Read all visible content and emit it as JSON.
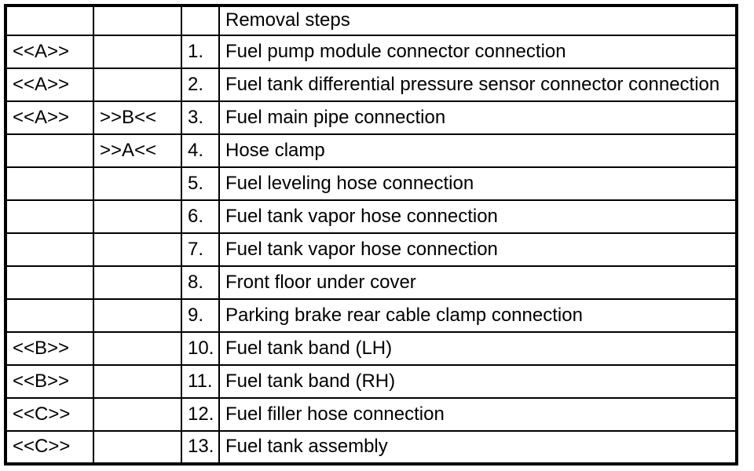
{
  "table": {
    "header": {
      "mark_a": "",
      "mark_b": "",
      "step_number": "",
      "title": "Removal steps"
    },
    "rows": [
      {
        "mark_a": "<<A>>",
        "mark_b": "",
        "num": "1.",
        "desc": "Fuel pump module connector connection"
      },
      {
        "mark_a": "<<A>>",
        "mark_b": "",
        "num": "2.",
        "desc": "Fuel tank differential pressure sensor connector connection"
      },
      {
        "mark_a": "<<A>>",
        "mark_b": ">>B<<",
        "num": "3.",
        "desc": "Fuel main pipe connection"
      },
      {
        "mark_a": "",
        "mark_b": ">>A<<",
        "num": "4.",
        "desc": "Hose clamp"
      },
      {
        "mark_a": "",
        "mark_b": "",
        "num": "5.",
        "desc": "Fuel leveling hose connection"
      },
      {
        "mark_a": "",
        "mark_b": "",
        "num": "6.",
        "desc": "Fuel tank vapor hose connection"
      },
      {
        "mark_a": "",
        "mark_b": "",
        "num": "7.",
        "desc": "Fuel tank vapor hose connection"
      },
      {
        "mark_a": "",
        "mark_b": "",
        "num": "8.",
        "desc": "Front floor under cover"
      },
      {
        "mark_a": "",
        "mark_b": "",
        "num": "9.",
        "desc": "Parking brake rear cable clamp connection"
      },
      {
        "mark_a": "<<B>>",
        "mark_b": "",
        "num": "10.",
        "desc": "Fuel tank band (LH)"
      },
      {
        "mark_a": "<<B>>",
        "mark_b": "",
        "num": "11.",
        "desc": "Fuel tank band (RH)"
      },
      {
        "mark_a": "<<C>>",
        "mark_b": "",
        "num": "12.",
        "desc": "Fuel filler hose connection"
      },
      {
        "mark_a": "<<C>>",
        "mark_b": "",
        "num": "13.",
        "desc": "Fuel tank assembly"
      }
    ],
    "colors": {
      "border": "#000000",
      "background": "#ffffff",
      "text": "#000000"
    }
  }
}
